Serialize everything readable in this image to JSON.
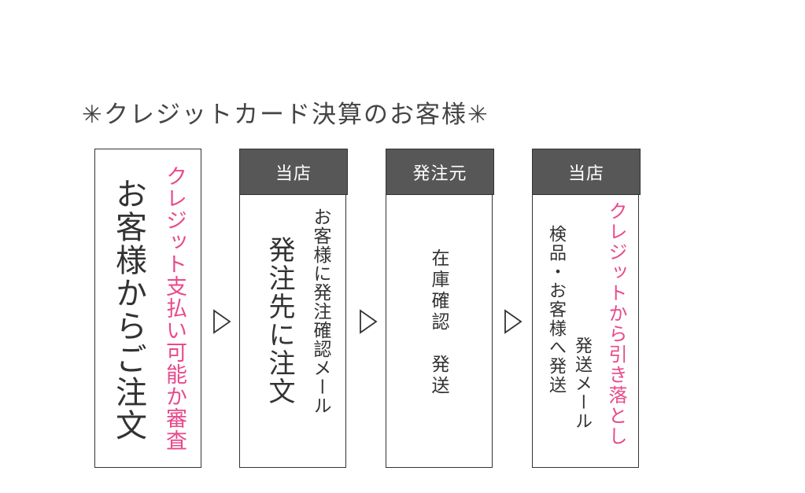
{
  "title": "✳クレジットカード決算のお客様✳",
  "steps": [
    {
      "header": "",
      "main_text": "お客様からご注文",
      "sub_text": "クレジット支払い可能か審査"
    },
    {
      "header": "当店",
      "main_text": "発注先に注文",
      "sub_text": "お客様に発注確認メール"
    },
    {
      "header": "発注元",
      "main_text": "在庫確認　発送"
    },
    {
      "header": "当店",
      "text_1": "検品・お客様へ発送",
      "text_2": "発送メール",
      "sub_text": "クレジットから引き落とし"
    }
  ],
  "colors": {
    "accent_pink": "#e84a8b",
    "header_bg": "#575757",
    "border": "#333333"
  },
  "icons": {
    "arrow": "triangle-right-outline"
  }
}
